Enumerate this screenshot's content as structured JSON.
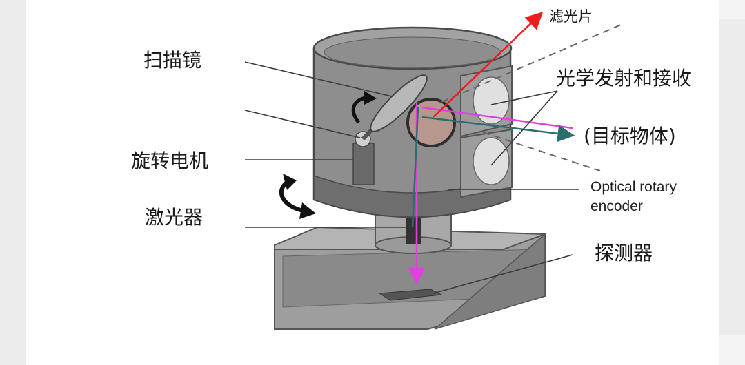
{
  "labels": {
    "filter": "滤光片",
    "scan_mirror": "扫描镜",
    "rotary_motor": "旋转电机",
    "laser": "激光器",
    "optical_tx_rx": "光学发射和接收",
    "target_object": "(目标物体)",
    "encoder_line1": "Optical rotary",
    "encoder_line2": "encoder",
    "detector": "探测器"
  },
  "colors": {
    "housing": "#8c8c8c",
    "housing_dark": "#6e6e6e",
    "outline": "#4a4a4a",
    "base": "#9a9a9a",
    "mirror": "#b8b8b8",
    "lens": "#d8d8d8",
    "beam_magenta": "#e040e0",
    "beam_teal": "#2c6e6e",
    "annotation_red": "#ee1c1c",
    "leader": "#3a3a3a"
  }
}
